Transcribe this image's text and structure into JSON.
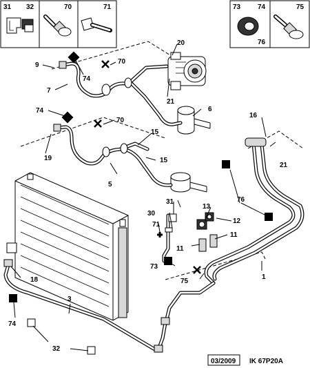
{
  "legend_boxes": [
    {
      "refs": [
        "31",
        "32"
      ]
    },
    {
      "refs": [
        "70"
      ]
    },
    {
      "refs": [
        "71"
      ]
    },
    {
      "refs": [
        "73",
        "74",
        "76"
      ]
    },
    {
      "refs": [
        "75"
      ]
    }
  ],
  "callouts": [
    "9",
    "74",
    "70",
    "20",
    "21",
    "7",
    "6",
    "74",
    "70",
    "19",
    "15",
    "15",
    "16",
    "21",
    "5",
    "76",
    "31",
    "13",
    "12",
    "30",
    "71",
    "11",
    "11",
    "73",
    "18",
    "75",
    "1",
    "3",
    "74",
    "32"
  ],
  "footer": {
    "date": "03/2009",
    "code": "IK 67P20A"
  }
}
